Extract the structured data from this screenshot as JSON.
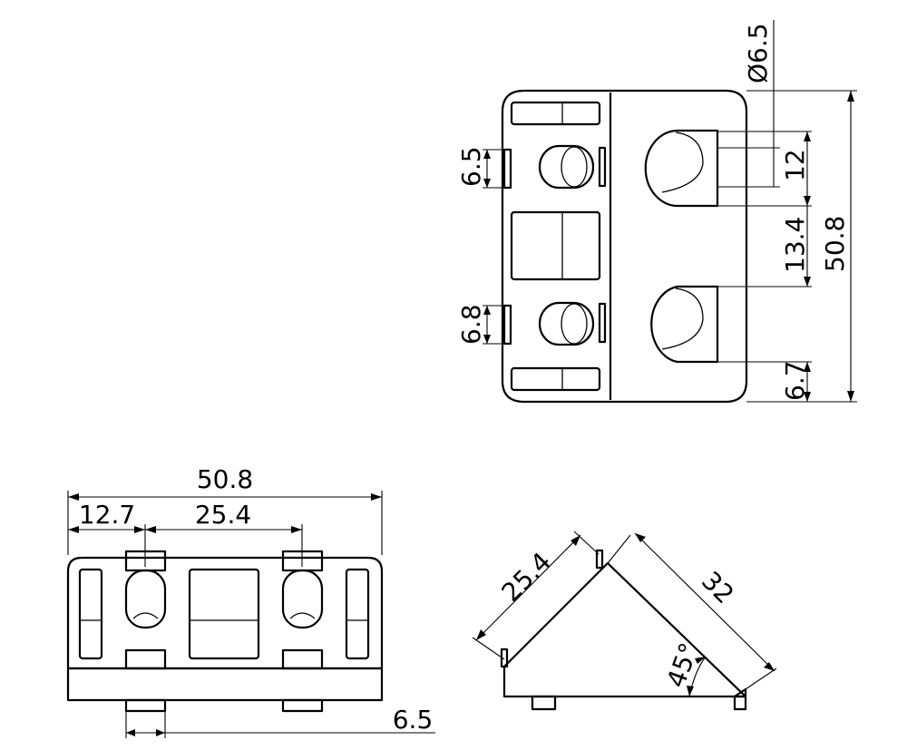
{
  "top_view": {
    "diameter": "Ø6.5",
    "slot_height": "12",
    "slot_gap": "13.4",
    "overall_height": "50.8",
    "bottom_offset": "6.7",
    "tab_upper": "6.5",
    "tab_lower": "6.8"
  },
  "front_view": {
    "overall_width": "50.8",
    "edge_offset": "12.7",
    "hole_pitch": "25.4",
    "tab_width": "6.5"
  },
  "side_view": {
    "leg_length": "25.4",
    "hypotenuse": "32",
    "angle": "45°"
  }
}
